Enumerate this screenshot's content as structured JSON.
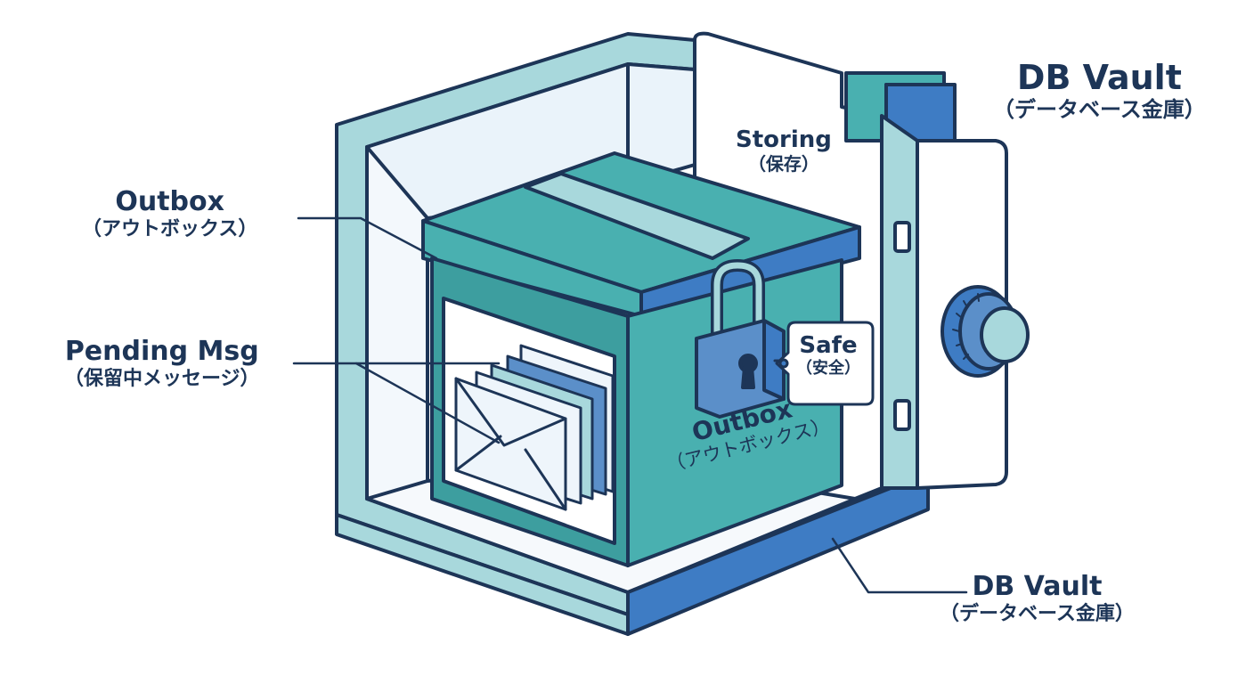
{
  "labels": {
    "db_vault_top": {
      "en": "DB Vault",
      "jp": "（データベース金庫）"
    },
    "storing": {
      "en": "Storing",
      "jp": "（保存）"
    },
    "outbox_side": {
      "en": "Outbox",
      "jp": "（アウトボックス）"
    },
    "pending": {
      "en": "Pending Msg",
      "jp": "（保留中メッセージ）"
    },
    "safe_tag": {
      "en": "Safe",
      "jp": "（安全）"
    },
    "outbox_front": {
      "en": "Outbox",
      "jp": "（アウトボックス）"
    },
    "db_vault_bottom": {
      "en": "DB Vault",
      "jp": "（データベース金庫）"
    }
  },
  "icons": [
    "padlock-icon",
    "envelope-icon",
    "combination-dial-icon",
    "vault-handle-icon"
  ],
  "colors": {
    "outline": "#1d3557",
    "vault_light": "#a8d8dc",
    "vault_blue": "#3e7cc4",
    "box_teal": "#49b0b0",
    "box_dark": "#3d9e9f",
    "lock_blue": "#5b8fc9",
    "interior": "#eaf3fa"
  }
}
